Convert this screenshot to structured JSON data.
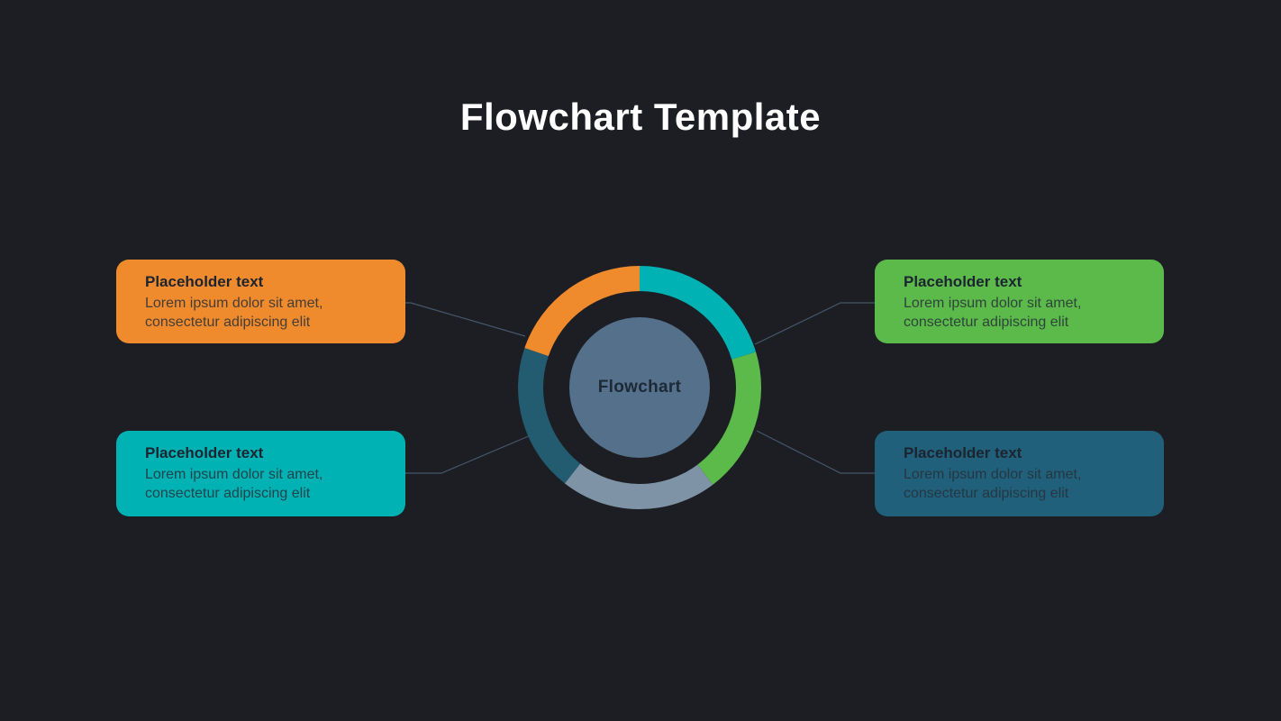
{
  "title": "Flowchart Template",
  "colors": {
    "background": "#1d1e23",
    "title_text": "#ffffff",
    "connector_line": "#46566b",
    "card_heading_text": "#1c2430",
    "card_body_text": "#273039",
    "hub_fill": "#54708a",
    "hub_label_text": "#1e2936"
  },
  "cards": [
    {
      "id": "top-left",
      "heading": "Placeholder text",
      "body": "Lorem ipsum dolor sit amet, consectetur adipiscing elit",
      "color": "#f08b2d"
    },
    {
      "id": "bottom-left",
      "heading": "Placeholder text",
      "body": "Lorem ipsum dolor sit amet, consectetur adipiscing elit",
      "color": "#00b2b4"
    },
    {
      "id": "top-right",
      "heading": "Placeholder text",
      "body": "Lorem ipsum dolor sit amet, consectetur adipiscing elit",
      "color": "#5cba4a"
    },
    {
      "id": "bottom-right",
      "heading": "Placeholder text",
      "body": "Lorem ipsum dolor sit amet, consectetur adipiscing elit",
      "color": "#20607a"
    }
  ],
  "donut": {
    "center_label": "Flowchart",
    "hub_color": "#54708a",
    "segments": [
      {
        "name": "teal",
        "color": "#00b2b4",
        "start_deg": 0,
        "end_deg": 73
      },
      {
        "name": "green",
        "color": "#5cba4a",
        "start_deg": 73,
        "end_deg": 143
      },
      {
        "name": "slate-gray",
        "color": "#7e93a6",
        "start_deg": 143,
        "end_deg": 218
      },
      {
        "name": "dark-teal",
        "color": "#235b70",
        "start_deg": 218,
        "end_deg": 289
      },
      {
        "name": "orange",
        "color": "#f08b2d",
        "start_deg": 289,
        "end_deg": 360
      }
    ]
  }
}
